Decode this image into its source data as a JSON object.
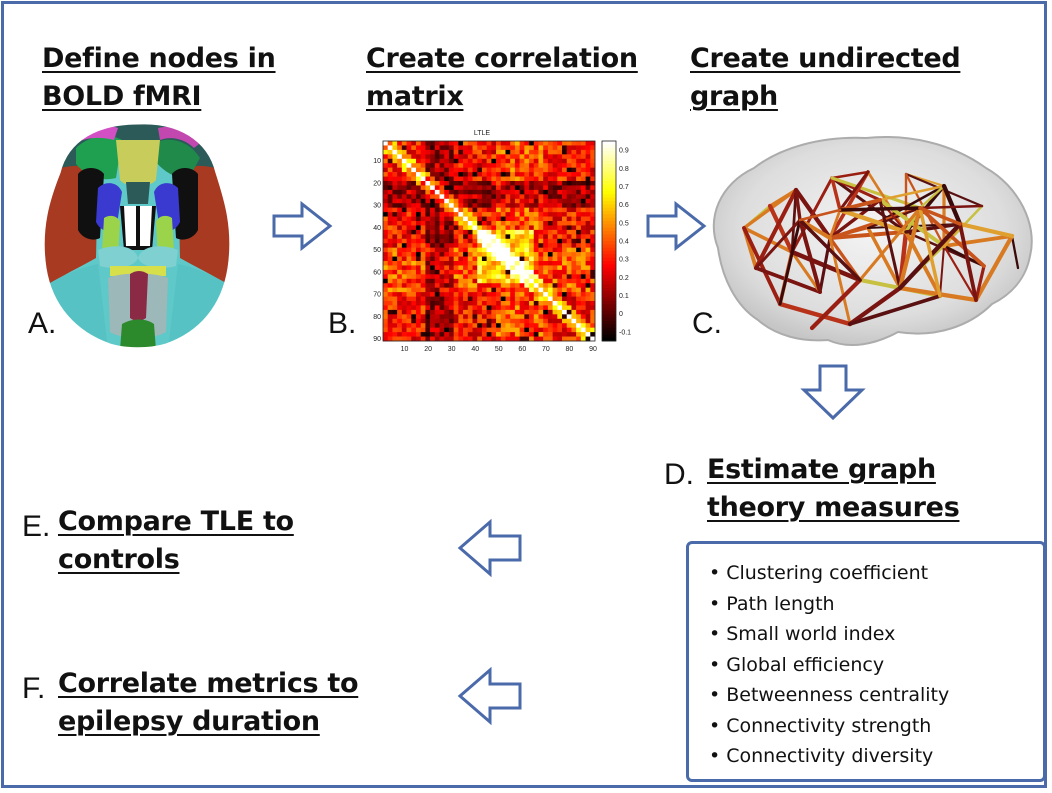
{
  "steps": {
    "a": {
      "letter": "A.",
      "title_lines": [
        "Define nodes in",
        "BOLD fMRI"
      ]
    },
    "b": {
      "letter": "B.",
      "title_lines": [
        "Create correlation",
        "matrix"
      ]
    },
    "c": {
      "letter": "C.",
      "title_lines": [
        "Create undirected",
        "graph"
      ]
    },
    "d": {
      "letter": "D.",
      "title_lines": [
        "Estimate graph",
        "theory measures"
      ]
    },
    "e": {
      "letter": "E.",
      "title_lines": [
        "Compare TLE to",
        "controls"
      ]
    },
    "f": {
      "letter": "F.",
      "title_lines": [
        "Correlate metrics to",
        "epilepsy duration"
      ]
    }
  },
  "matrix_figure": {
    "title": "LTLE",
    "x_ticks": [
      "10",
      "20",
      "30",
      "40",
      "50",
      "60",
      "70",
      "80",
      "90"
    ],
    "y_ticks": [
      "10",
      "20",
      "30",
      "40",
      "50",
      "60",
      "70",
      "80",
      "90"
    ],
    "colorbar_ticks": [
      "0.9",
      "0.8",
      "0.7",
      "0.6",
      "0.5",
      "0.4",
      "0.3",
      "0.2",
      "0.1",
      "0",
      "-0.1"
    ],
    "colorbar_range": [
      -0.15,
      0.95
    ],
    "colormap": "hot"
  },
  "measures": [
    "Clustering coefficient",
    "Path length",
    "Small world index",
    "Global efficiency",
    "Betweenness centrality",
    "Connectivity strength",
    "Connectivity diversity"
  ],
  "colors": {
    "frame": "#4a6aaa",
    "arrow_outline": "#4a6aaa",
    "text": "#111111"
  }
}
